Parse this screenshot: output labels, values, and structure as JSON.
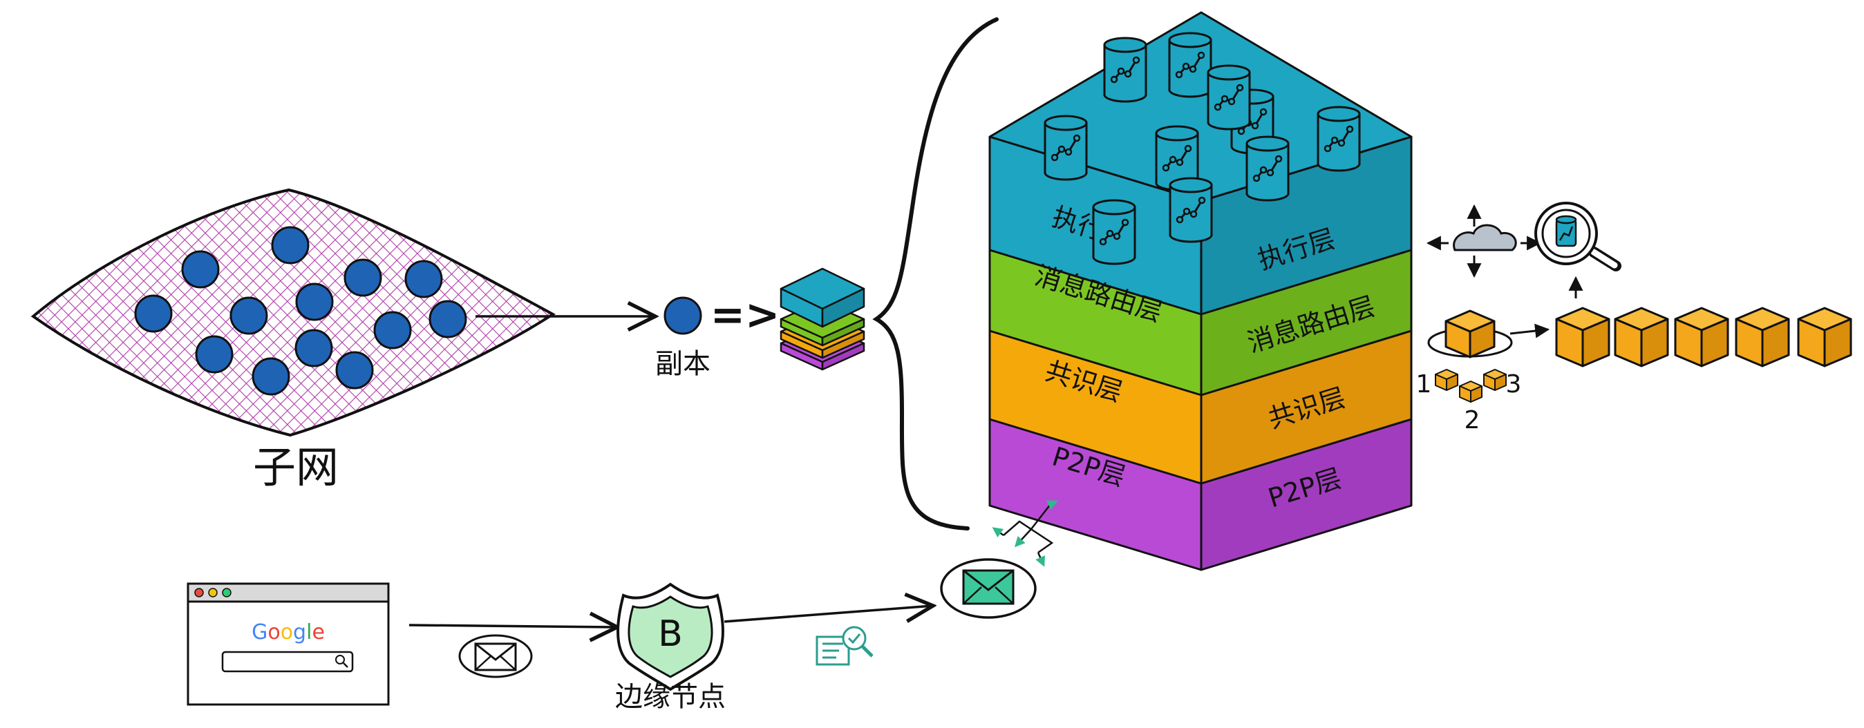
{
  "labels": {
    "subnet": "子网",
    "replica": "副本",
    "edge_node": "边缘节点",
    "arrow_equals": "=>",
    "badge_letter": "B",
    "browser_brand": "Google"
  },
  "layers": [
    {
      "id": "execution",
      "left": "执行层",
      "right": "执行层",
      "color": "#1ea5c2"
    },
    {
      "id": "messaging",
      "left": "消息路由层",
      "right": "消息路由层",
      "color": "#7cc622"
    },
    {
      "id": "consensus",
      "left": "共识层",
      "right": "共识层",
      "color": "#f5a80a"
    },
    {
      "id": "p2p",
      "left": "P2P层",
      "right": "P2P层",
      "color": "#b94ad6"
    }
  ],
  "block_numbers": [
    "1",
    "2",
    "3"
  ],
  "colors": {
    "node_blue": "#1f63b5",
    "mesh_pink": "#b03aa8",
    "block_orange": "#f4a71a",
    "envelope_green": "#3cc89a",
    "badge_green": "#b9ecc2",
    "teal_icon": "#2a9d8f"
  },
  "google_letters": [
    {
      "ch": "G",
      "color": "#4285f4"
    },
    {
      "ch": "o",
      "color": "#ea4335"
    },
    {
      "ch": "o",
      "color": "#fbbc05"
    },
    {
      "ch": "g",
      "color": "#4285f4"
    },
    {
      "ch": "l",
      "color": "#34a853"
    },
    {
      "ch": "e",
      "color": "#ea4335"
    }
  ]
}
